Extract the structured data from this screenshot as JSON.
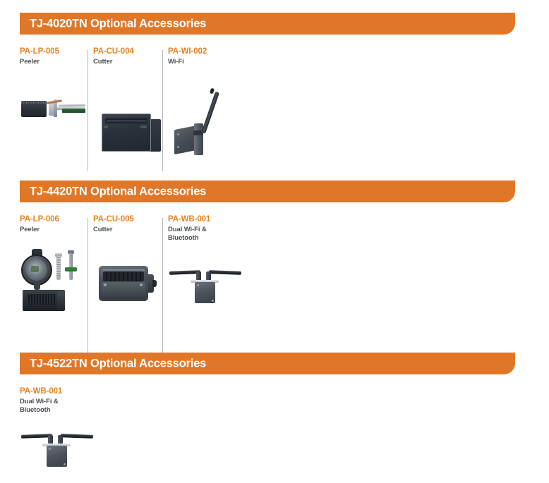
{
  "theme": {
    "banner_bg": "#e07728",
    "banner_text": "#ffffff",
    "part_no_color": "#e8801f",
    "part_desc_color": "#4a4f55",
    "divider_color": "#b8b8b8",
    "page_bg": "#ffffff"
  },
  "sections": [
    {
      "banner_title": "TJ-4020TN Optional Accessories",
      "products": [
        {
          "part_no": "PA-LP-005",
          "description": "Peeler",
          "image": "peeler-block-bar-photo"
        },
        {
          "part_no": "PA-CU-004",
          "description": "Cutter",
          "image": "cutter-navy-module-photo"
        },
        {
          "part_no": "PA-WI-002",
          "description": "Wi-Fi",
          "image": "wifi-single-antenna-photo"
        }
      ]
    },
    {
      "banner_title": "TJ-4420TN Optional Accessories",
      "products": [
        {
          "part_no": "PA-LP-006",
          "description": "Peeler",
          "image": "peeler-sensor-bracket-photo"
        },
        {
          "part_no": "PA-CU-005",
          "description": "Cutter",
          "image": "cutter-grey-housing-photo"
        },
        {
          "part_no": "PA-WB-001",
          "description": "Dual Wi-Fi &\nBluetooth",
          "image": "dual-antenna-photo"
        }
      ]
    },
    {
      "banner_title": "TJ-4522TN Optional Accessories",
      "products": [
        {
          "part_no": "PA-WB-001",
          "description": "Dual Wi-Fi &\nBluetooth",
          "image": "dual-antenna-photo"
        }
      ]
    }
  ]
}
